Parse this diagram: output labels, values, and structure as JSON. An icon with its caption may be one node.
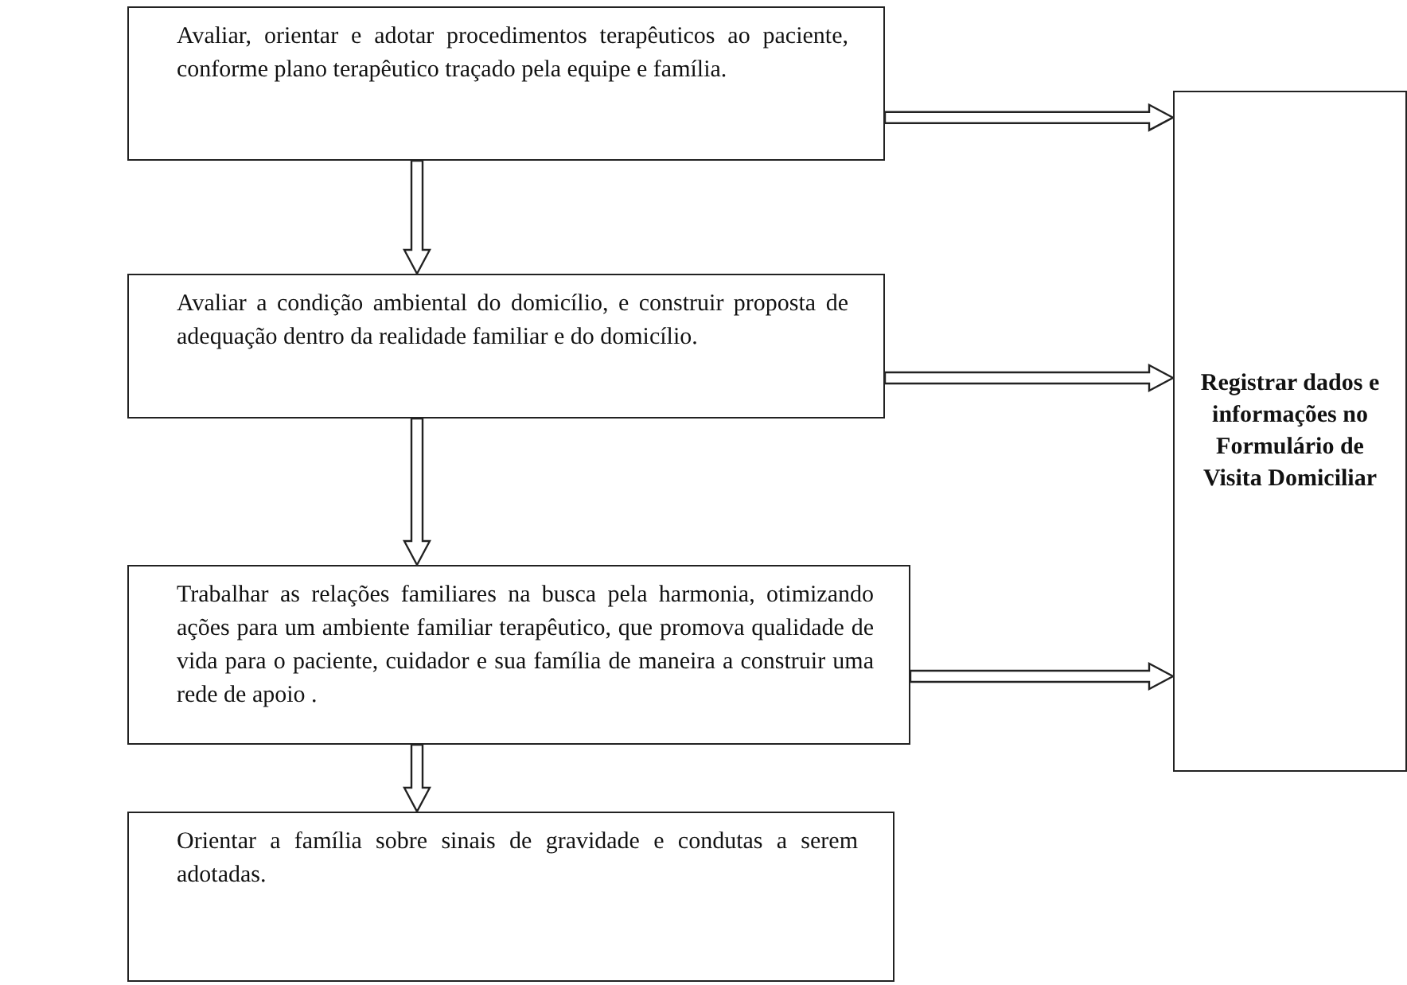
{
  "diagram": {
    "nodes": [
      {
        "text": [
          "Avaliar, orientar e adotar procedimentos terapêuticos ao paciente, conforme plano terapêutico traçado pela equipe e família."
        ]
      },
      {
        "text": [
          "Avaliar a condição ambiental do domicílio, e construir proposta de adequação dentro da realidade familiar e do domicílio."
        ]
      },
      {
        "text": [
          "Trabalhar as relações familiares na busca pela harmonia, otimizando ações para um ambiente familiar terapêutico, que promova qualidade de vida para o paciente, cuidador e sua família de maneira a construir uma rede de apoio ."
        ]
      },
      {
        "text": [
          "Orientar a família sobre sinais de gravidade e condutas a serem adotadas."
        ]
      },
      {
        "text": [
          "Registrar dados e informações no Formulário de Visita Domiciliar"
        ]
      }
    ],
    "edges": [
      {
        "from": 0,
        "to": 1,
        "arrow": "to"
      },
      {
        "from": 1,
        "to": 2,
        "arrow": "to"
      },
      {
        "from": 2,
        "to": 3,
        "arrow": "to"
      },
      {
        "from": 0,
        "to": 4,
        "arrow": "to"
      },
      {
        "from": 1,
        "to": 4,
        "arrow": "to"
      },
      {
        "from": 2,
        "to": 4,
        "arrow": "to"
      }
    ]
  }
}
